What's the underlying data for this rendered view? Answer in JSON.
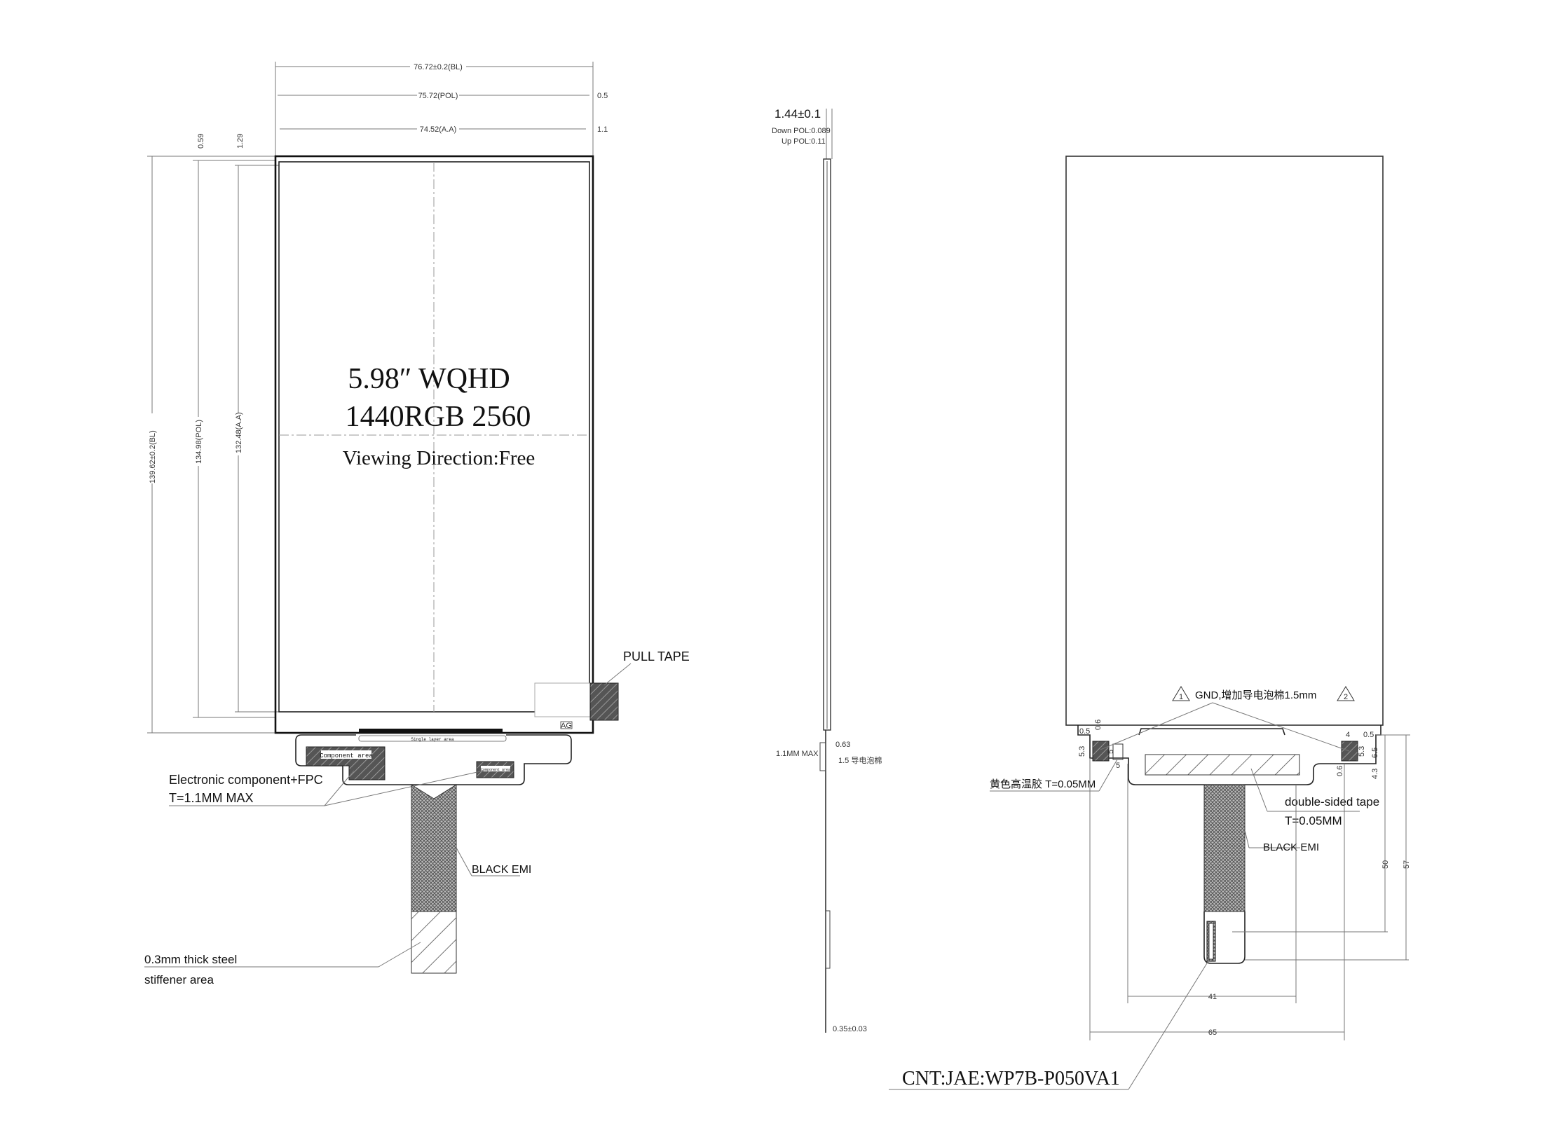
{
  "front_view": {
    "dims": {
      "bl_width": "76.72±0.2(BL)",
      "pol_width": "75.72(POL)",
      "aa_width": "74.52(A.A)",
      "right_pol_offset": "0.5",
      "right_aa_offset": "1.1",
      "top_pol_offset": "0.59",
      "top_aa_offset": "1.29",
      "bl_height": "139.62±0.2(BL)",
      "pol_height": "134.98(POL)",
      "aa_height": "132.48(A.A)"
    },
    "title_line1": "5.98″ WQHD",
    "title_line2": "1440RGB 2560",
    "title_line3": "Viewing Direction:Free",
    "pull_tape_label": "PULL TAPE",
    "ag_mark": "AG",
    "single_layer_label": "Single layer area",
    "component_area_label": "Component area",
    "component_area_small_label": "Component area",
    "electronic_label_line1": "Electronic component+FPC",
    "electronic_label_line2": "T=1.1MM  MAX",
    "black_emi_label": "BLACK EMI",
    "stiffener_label_line1": "0.3mm thick steel",
    "stiffener_label_line2": "stiffener area"
  },
  "side_view": {
    "thickness": "1.44±0.1",
    "down_pol": "Down POL:0.089",
    "up_pol": "Up POL:0.11",
    "fpc_max": "1.1MM  MAX",
    "dim_063": "0.63",
    "foam": "1.5 导电泡棉",
    "fpc_thickness": "0.35±0.03"
  },
  "back_view": {
    "gnd_note": "GND,增加导电泡棉1.5mm",
    "marker1": "1",
    "marker2": "2",
    "yellow_tape": "黄色高温胶 T=0.05MM",
    "double_tape_line1": "double-sided tape",
    "double_tape_line2": "T=0.05MM",
    "black_emi_label": "BLACK EMI",
    "connector": "CNT:JAE:WP7B-P050VA1",
    "dims": {
      "left_gap": "0.5",
      "left_top": "0.6",
      "left_pad_h": "5.3",
      "pad_h": "5",
      "pad_w": "5",
      "right_pad_w": "4",
      "right_gap": "0.5",
      "right_pad_h": "5.3",
      "right_total": "6.5",
      "right_bottom": "0.6",
      "right_lower": "4.3",
      "width_41": "41",
      "width_65": "65",
      "height_50": "50",
      "height_57": "57"
    }
  }
}
